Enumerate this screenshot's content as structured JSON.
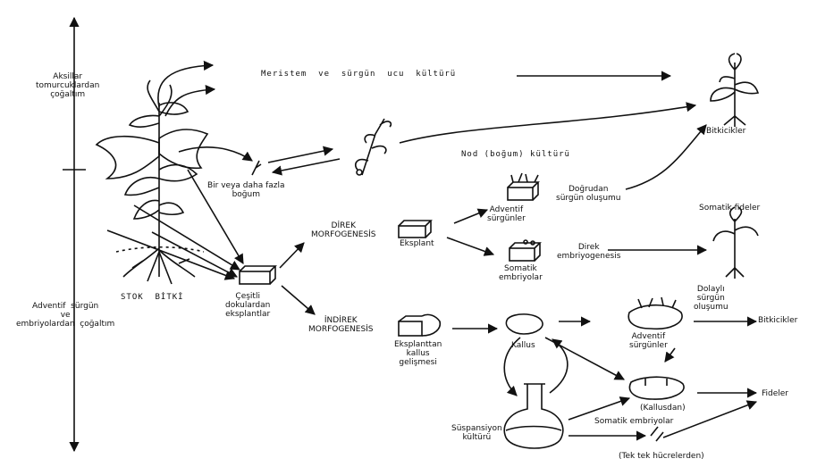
{
  "left_axis": {
    "axillary": "Aksillar\ntomurcuklardan\nçoğaltım",
    "adventive": "Adventif  sürgün\nve\nembriyolardan  çoğaltım"
  },
  "stock_plant": "STOK  BİTKİ",
  "meristem_culture": "Meristem  ve  sürgün  ucu  kültürü",
  "plantlets_top": "Bitkicikler",
  "node_label": "Bir veya daha fazla\nboğum",
  "node_culture": "Nod (boğum) kültürü",
  "various_tissues": "Çeşitli\ndokulardan\neksplantlar",
  "direct_morpho": "DİREK\nMORFOGENESİS",
  "explant": "Eksplant",
  "adventive_shoots_1": "Adventif\nsürgünler",
  "direct_shoot": "Doğrudan\nsürgün oluşumu",
  "somatic_seedlings": "Somatik fideler",
  "direct_embryo": "Direk\nembriyogenesis",
  "somatic_embryos_1": "Somatik\nembriyolar",
  "indirect_shoot": "Dolaylı\nsürgün\noluşumu",
  "plantlets_bottom": "Bitkicikler",
  "indirect_morpho": "İNDİREK\nMORFOGENESİS",
  "callus_from_explant": "Eksplanttan\nkallus\ngelişmesi",
  "callus": "Kallus",
  "adventive_shoots_2": "Adventif\nsürgünler",
  "from_callus": "(Kallusdan)",
  "seedlings": "Fideler",
  "suspension": "Süspansiyon\nkültürü",
  "somatic_embryos_2": "Somatik embriyolar",
  "single_cells": "(Tek tek hücrelerden)"
}
